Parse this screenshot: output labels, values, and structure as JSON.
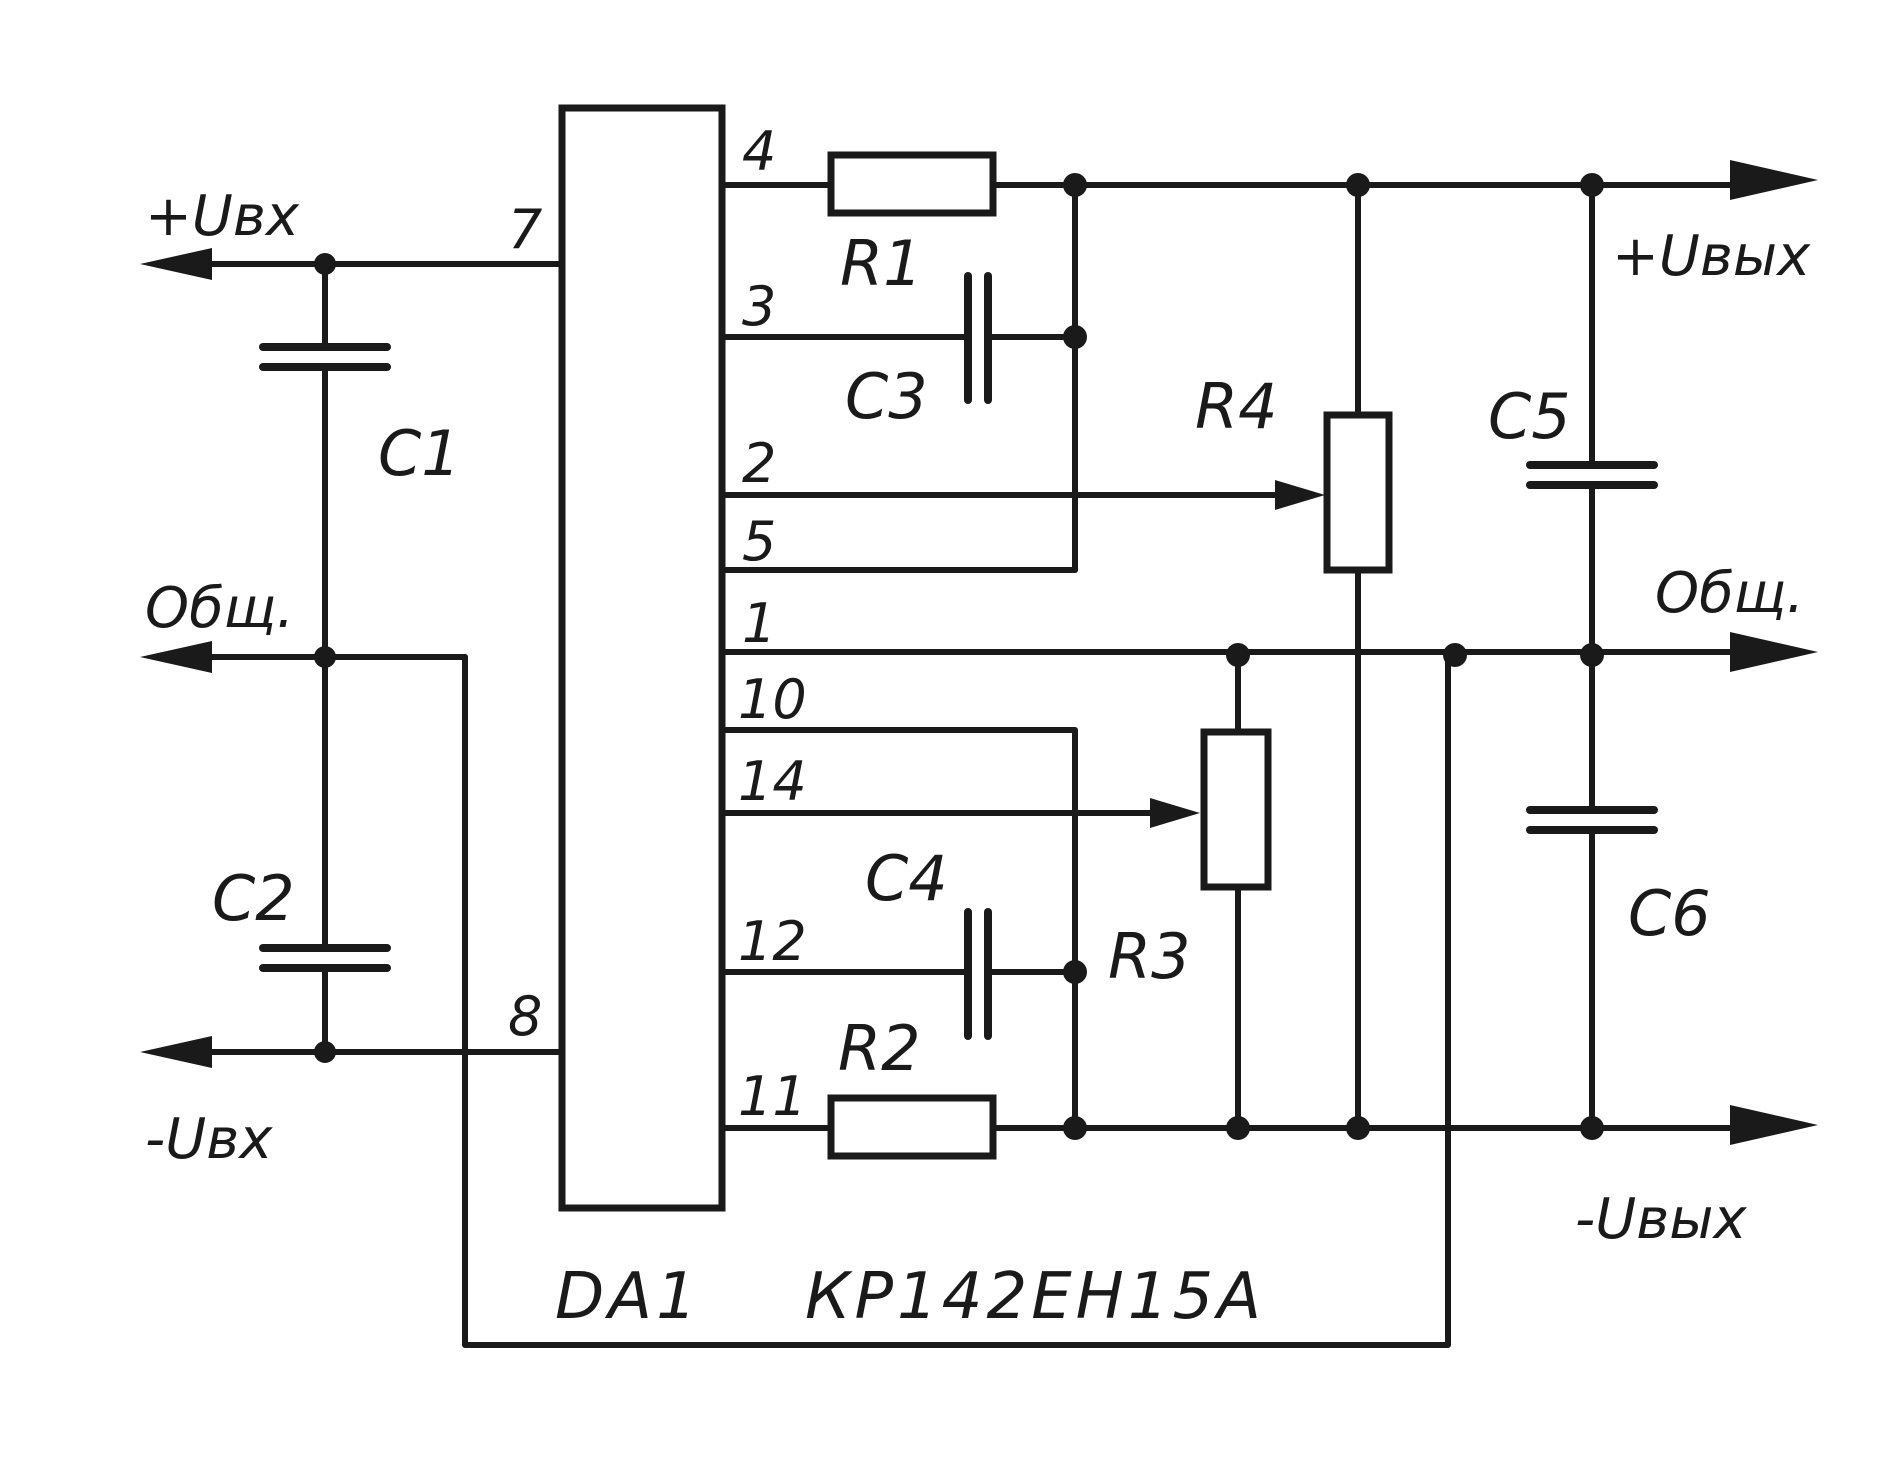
{
  "terminals": {
    "input_plus": "+Uвх",
    "input_common": "Общ.",
    "input_minus": "-Uвх",
    "output_plus": "+Uвых",
    "output_common": "Общ.",
    "output_minus": "-Uвых"
  },
  "chip": {
    "designator": "DA1",
    "part_number": "КР142ЕН15А",
    "pins": {
      "p7": "7",
      "p8": "8",
      "p4": "4",
      "p3": "3",
      "p2": "2",
      "p5": "5",
      "p1": "1",
      "p10": "10",
      "p14": "14",
      "p12": "12",
      "p11": "11"
    }
  },
  "components": {
    "R1": "R1",
    "R2": "R2",
    "R3": "R3",
    "R4": "R4",
    "C1": "C1",
    "C2": "C2",
    "C3": "C3",
    "C4": "C4",
    "C5": "C5",
    "C6": "C6"
  }
}
